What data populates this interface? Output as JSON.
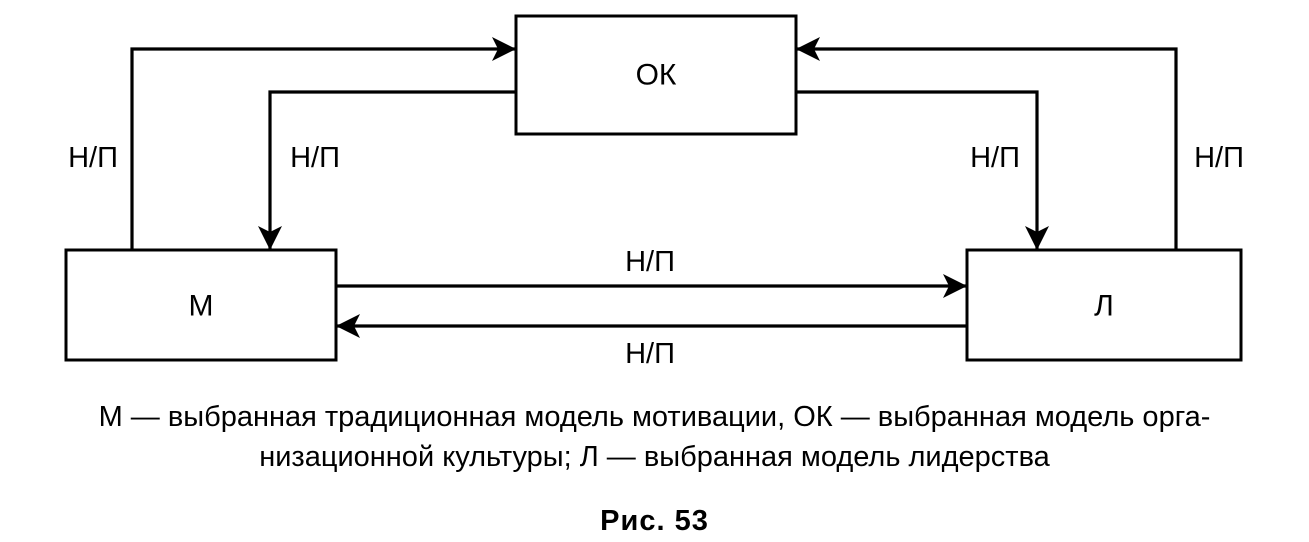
{
  "diagram": {
    "nodes": {
      "ok": {
        "label": "ОК"
      },
      "m": {
        "label": "М"
      },
      "l": {
        "label": "Л"
      }
    },
    "edges": [
      {
        "id": "m-to-ok",
        "from": "m",
        "to": "ok",
        "label": "Н/П"
      },
      {
        "id": "ok-to-m",
        "from": "ok",
        "to": "m",
        "label": "Н/П"
      },
      {
        "id": "ok-to-l",
        "from": "ok",
        "to": "l",
        "label": "Н/П"
      },
      {
        "id": "l-to-ok",
        "from": "l",
        "to": "ok",
        "label": "Н/П"
      },
      {
        "id": "m-to-l",
        "from": "m",
        "to": "l",
        "label": "Н/П"
      },
      {
        "id": "l-to-m",
        "from": "l",
        "to": "m",
        "label": "Н/П"
      }
    ]
  },
  "caption": {
    "line1": "М — выбранная традиционная модель мотивации, ОК — выбранная модель орга-",
    "line2": "низационной культуры; Л — выбранная модель лидерства"
  },
  "figure_number": "Рис. 53"
}
